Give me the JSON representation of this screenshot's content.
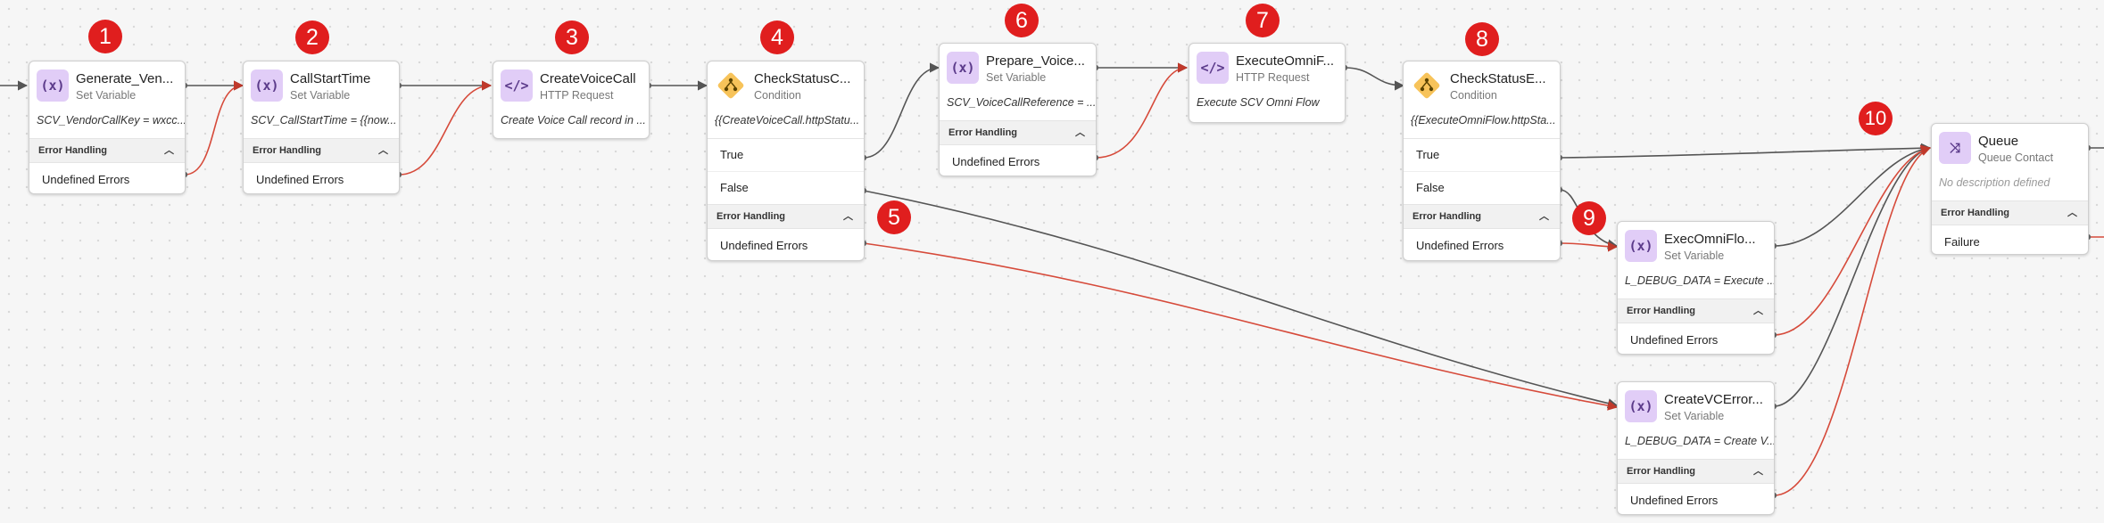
{
  "canvas": {
    "background": "#f6f6f6",
    "normal_wire_color": "#555555",
    "error_wire_color": "#d64a3a",
    "badge_color": "#e01e1e"
  },
  "badges": [
    "1",
    "2",
    "3",
    "4",
    "5",
    "6",
    "7",
    "8",
    "9",
    "10"
  ],
  "nodes": {
    "n1": {
      "icon": "set-variable-icon",
      "title": "Generate_Ven...",
      "type": "Set Variable",
      "desc": "SCV_VendorCallKey = wxcc...",
      "eh": "Error Handling",
      "err": "Undefined Errors"
    },
    "n2": {
      "icon": "set-variable-icon",
      "title": "CallStartTime",
      "type": "Set Variable",
      "desc": "SCV_CallStartTime = {{now...",
      "eh": "Error Handling",
      "err": "Undefined Errors"
    },
    "n3": {
      "icon": "http-request-icon",
      "title": "CreateVoiceCall",
      "type": "HTTP Request",
      "desc": "Create Voice Call record in ..."
    },
    "n4": {
      "icon": "condition-icon",
      "title": "CheckStatusC...",
      "type": "Condition",
      "desc": "{{CreateVoiceCall.httpStatu...",
      "true": "True",
      "false": "False",
      "eh": "Error Handling",
      "err": "Undefined Errors"
    },
    "n6": {
      "icon": "set-variable-icon",
      "title": "Prepare_Voice...",
      "type": "Set Variable",
      "desc": "SCV_VoiceCallReference = ...",
      "eh": "Error Handling",
      "err": "Undefined Errors"
    },
    "n7": {
      "icon": "http-request-icon",
      "title": "ExecuteOmniF...",
      "type": "HTTP Request",
      "desc": "Execute SCV Omni Flow"
    },
    "n8": {
      "icon": "condition-icon",
      "title": "CheckStatusE...",
      "type": "Condition",
      "desc": "{{ExecuteOmniFlow.httpSta...",
      "true": "True",
      "false": "False",
      "eh": "Error Handling",
      "err": "Undefined Errors"
    },
    "n9": {
      "icon": "set-variable-icon",
      "title": "ExecOmniFlo...",
      "type": "Set Variable",
      "desc": "L_DEBUG_DATA = Execute ...",
      "eh": "Error Handling",
      "err": "Undefined Errors"
    },
    "n10": {
      "icon": "queue-contact-icon",
      "title": "Queue",
      "type": "Queue Contact",
      "desc": "No description defined",
      "eh": "Error Handling",
      "fail": "Failure"
    },
    "n11": {
      "icon": "set-variable-icon",
      "title": "CreateVCError...",
      "type": "Set Variable",
      "desc": "L_DEBUG_DATA = Create V...",
      "eh": "Error Handling",
      "err": "Undefined Errors"
    }
  }
}
